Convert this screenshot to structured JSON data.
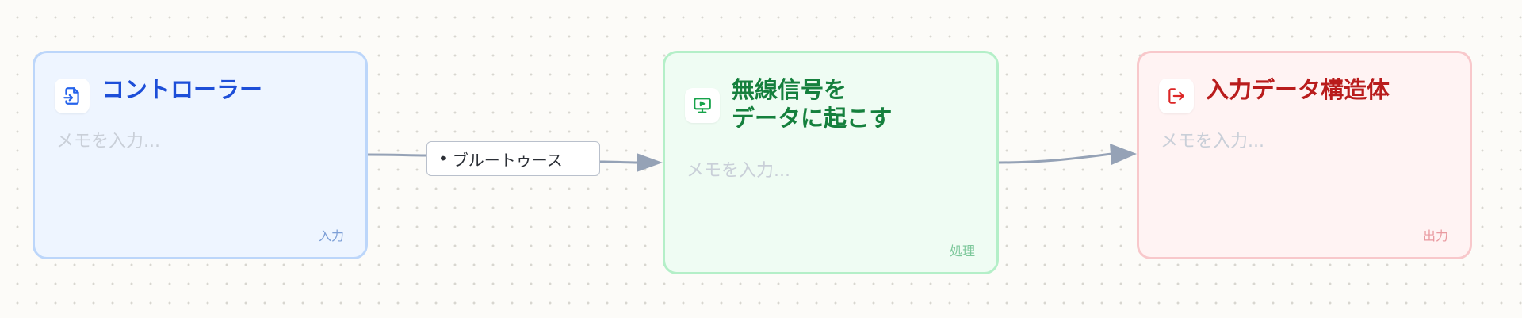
{
  "nodes": [
    {
      "id": "controller",
      "title": "コントローラー",
      "memo_placeholder": "メモを入力...",
      "tag": "入力",
      "icon": "file-import-icon",
      "colors": {
        "bg": "#eef5ff",
        "border": "#bcd6fa",
        "title": "#1d4ed8",
        "tag": "#7d9fd6",
        "icon": "#2563eb"
      }
    },
    {
      "id": "process",
      "title": "無線信号を\nデータに起こす",
      "memo_placeholder": "メモを入力...",
      "tag": "処理",
      "icon": "monitor-play-icon",
      "colors": {
        "bg": "#effcf3",
        "border": "#b4efc8",
        "title": "#15803d",
        "tag": "#7cc79a",
        "icon": "#16a34a"
      }
    },
    {
      "id": "output",
      "title": "入力データ構造体",
      "memo_placeholder": "メモを入力...",
      "tag": "出力",
      "icon": "log-out-icon",
      "colors": {
        "bg": "#fff3f3",
        "border": "#f8c8cb",
        "title": "#b91c1c",
        "tag": "#e99aa0",
        "icon": "#dc2626"
      }
    }
  ],
  "edges": [
    {
      "from": "controller",
      "to": "process",
      "label": "ブルートゥース"
    },
    {
      "from": "process",
      "to": "output",
      "label": ""
    }
  ],
  "edge_color": "#95a2b6"
}
